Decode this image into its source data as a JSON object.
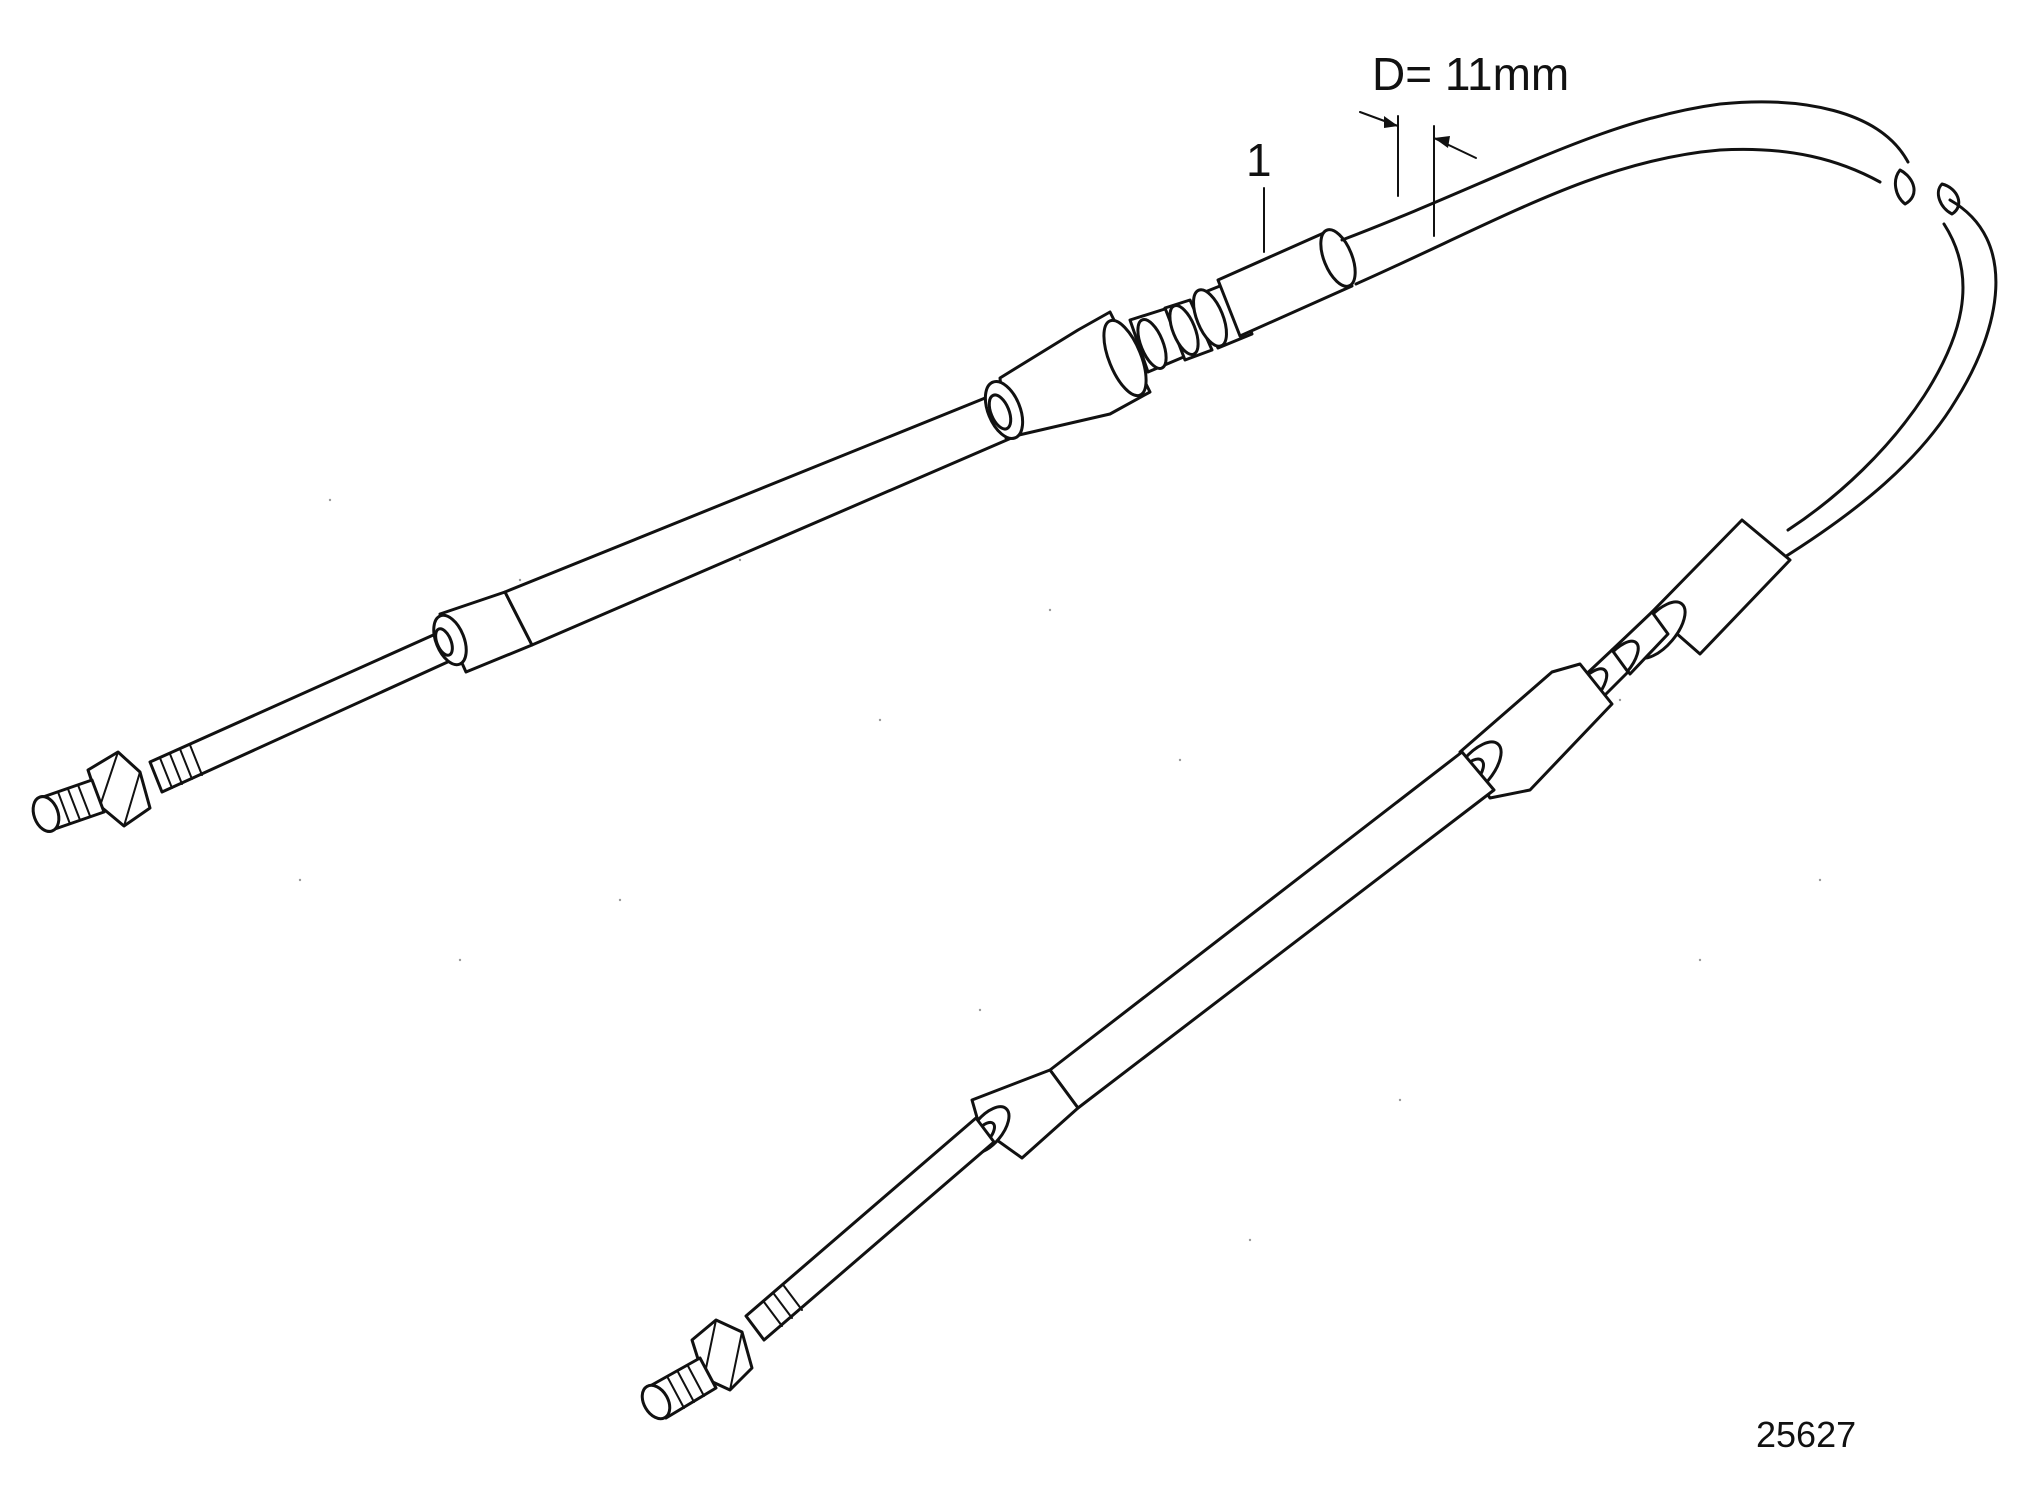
{
  "labels": {
    "dimension": "D= 11mm",
    "callout": "1",
    "figure_number": "25627"
  },
  "parts": [
    {
      "name": "control-cable",
      "callout": "1"
    }
  ],
  "colors": {
    "line": "#111111",
    "background": "#ffffff"
  }
}
